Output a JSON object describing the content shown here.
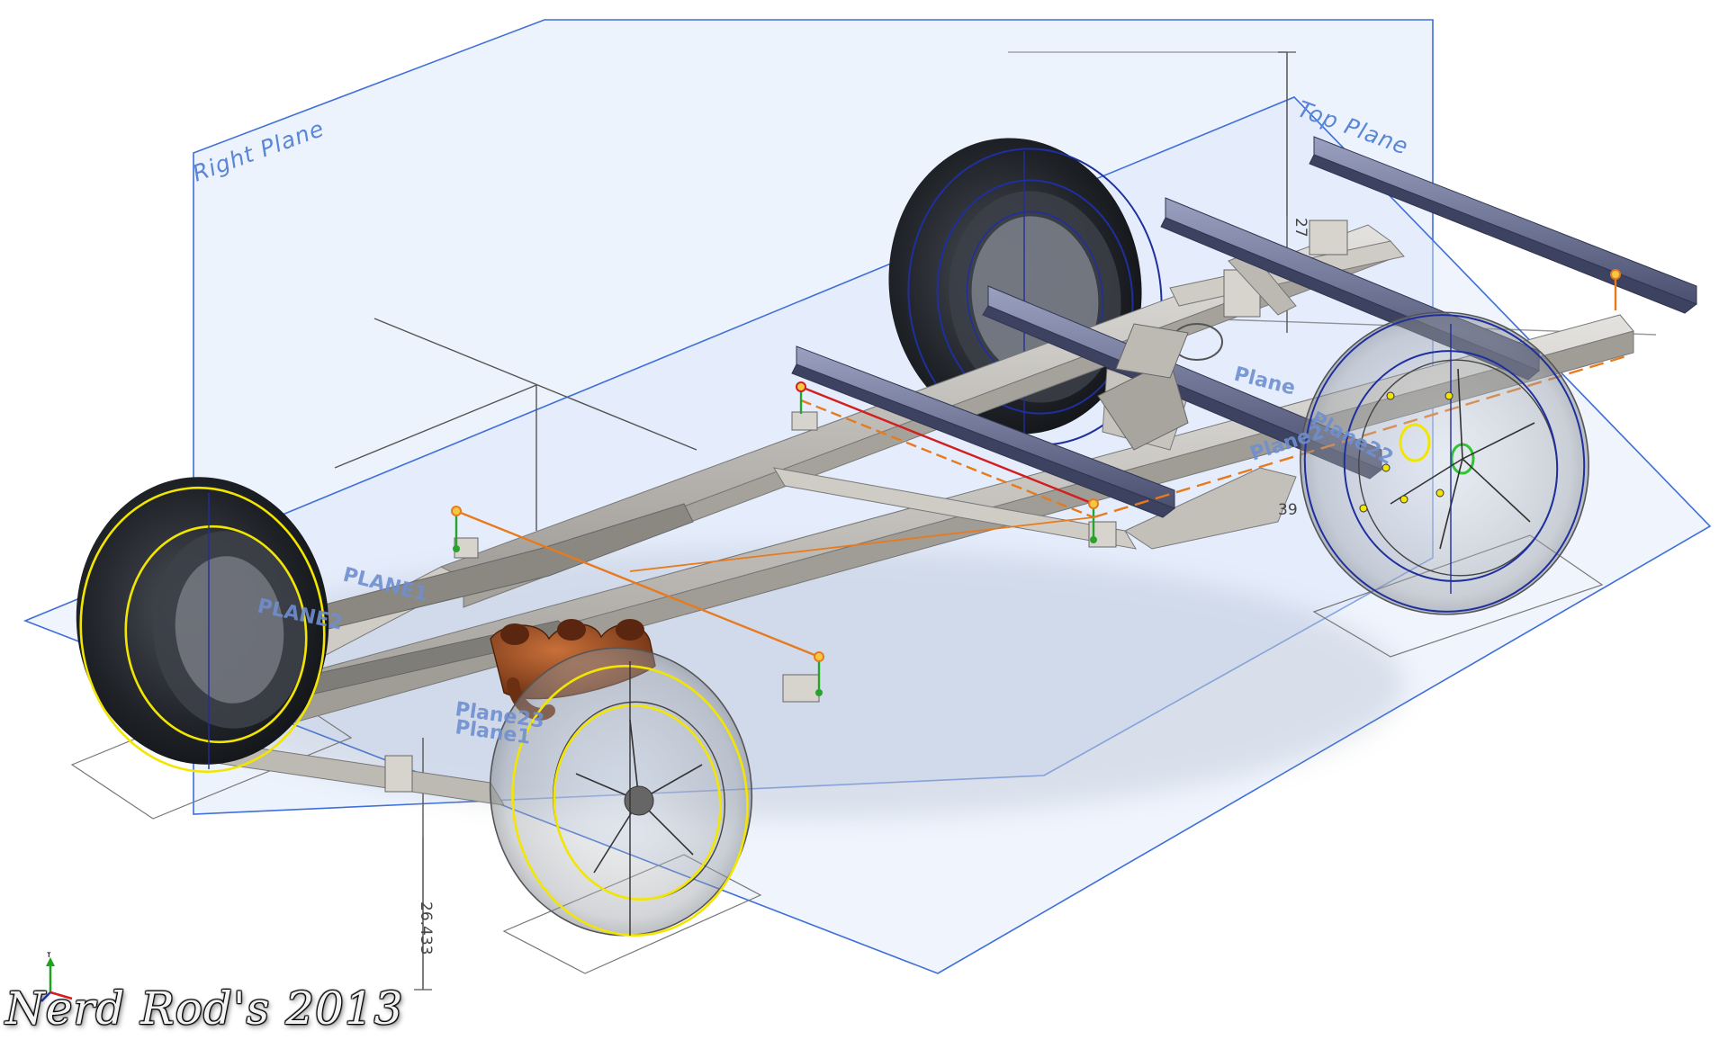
{
  "planes": {
    "right_plane": "Right Plane",
    "top_plane": "Top Plane",
    "plane1": "PLANE1",
    "plane2_front": "PLANE2",
    "plane23": "Plane23",
    "plane1_front": "Plane1",
    "plane2_rear": "Plane2",
    "plane22": "Plane22",
    "plane_rear": "Plane"
  },
  "dimensions": {
    "rear_height": "27",
    "front_height": "26.433",
    "rear_side": "39"
  },
  "triad": {
    "y_axis": "Y"
  },
  "watermark": "Nerd Rod's 2013",
  "colors": {
    "plane_edge": "#3f6fd8",
    "plane_fill": "#dfe9fb",
    "sketch_yellow": "#f2e600",
    "sketch_blue": "#1f2f9e",
    "orange_line": "#e87a1e",
    "red_line": "#d11f1f",
    "frame_gray": "#c9c6c0",
    "tire_dark": "#23262b",
    "manifold": "#9a4a22"
  }
}
